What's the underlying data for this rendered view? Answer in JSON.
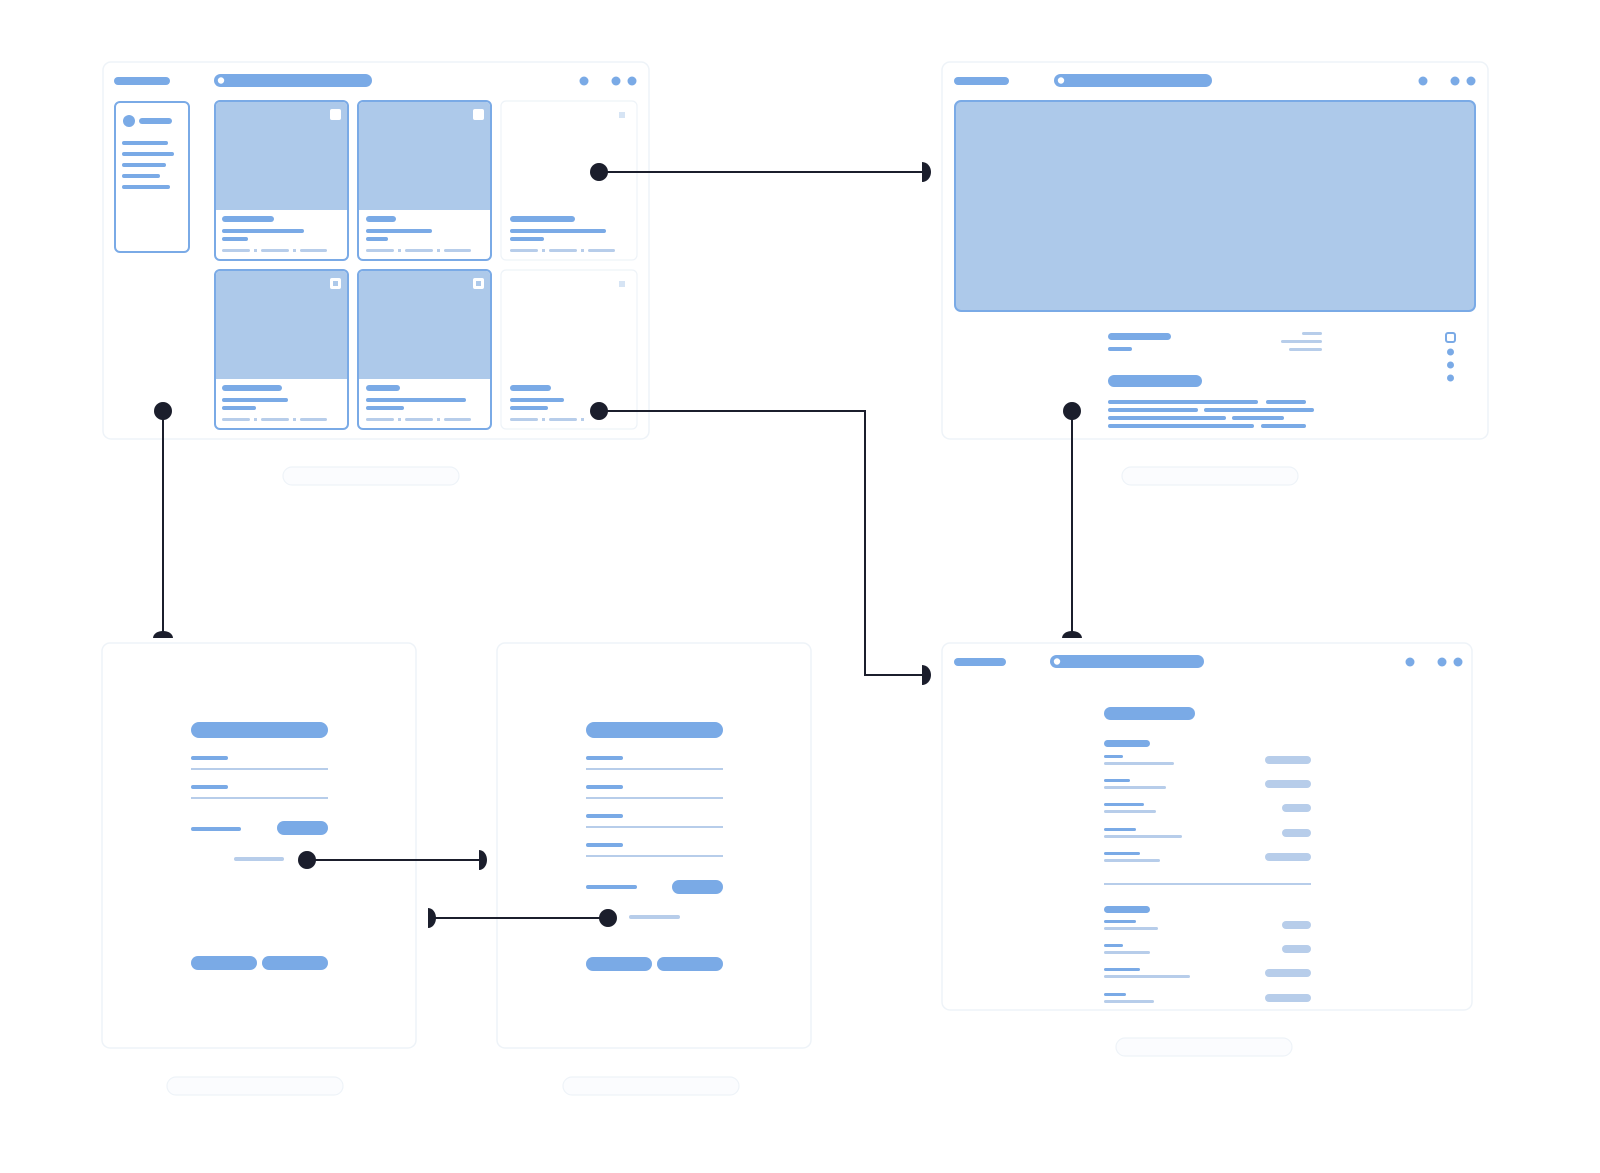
{
  "diagram": {
    "type": "wireframe-user-flow",
    "screens": [
      {
        "id": "catalog-screen",
        "label": ""
      },
      {
        "id": "detail-screen",
        "label": ""
      },
      {
        "id": "login-form-screen",
        "label": ""
      },
      {
        "id": "signup-form-screen",
        "label": ""
      },
      {
        "id": "settings-screen",
        "label": ""
      }
    ],
    "connections": [
      {
        "from": "catalog-screen",
        "to": "detail-screen"
      },
      {
        "from": "catalog-screen",
        "to": "settings-screen"
      },
      {
        "from": "catalog-screen",
        "to": "login-form-screen"
      },
      {
        "from": "detail-screen",
        "to": "settings-screen"
      },
      {
        "from": "login-form-screen",
        "to": "signup-form-screen"
      },
      {
        "from": "signup-form-screen",
        "to": "login-form-screen"
      }
    ]
  },
  "colors": {
    "accent": "#7aaae6",
    "fill": "#adc9ea",
    "muted": "#b7cdea",
    "connector": "#1b1e2c",
    "frame_border": "#eef3f8",
    "background": "#ffffff"
  }
}
